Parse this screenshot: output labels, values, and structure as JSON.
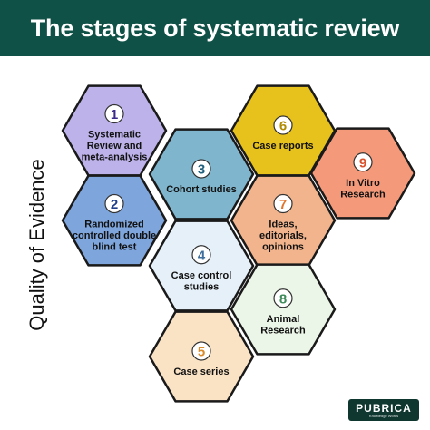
{
  "title": "The stages of systematic review",
  "axis_label": "Quality of Evidence",
  "colors": {
    "header_bg": "#0f5146",
    "hex_border": "#1a1a1a",
    "number_circle": "#ffffff"
  },
  "stages": [
    {
      "number": "1",
      "lines": [
        "Systematic",
        "Review and",
        "meta-analysis"
      ],
      "fill": "#bdb2ea",
      "num_color": "#3c2a8c"
    },
    {
      "number": "2",
      "lines": [
        "Randomized",
        "controlled double",
        "blind test"
      ],
      "fill": "#7ea5dc",
      "num_color": "#1f3f8a"
    },
    {
      "number": "3",
      "lines": [
        "Cohort studies"
      ],
      "fill": "#7fb6cd",
      "num_color": "#1f5f7c"
    },
    {
      "number": "4",
      "lines": [
        "Case control",
        "studies"
      ],
      "fill": "#e6f0f8",
      "num_color": "#3f6f9c"
    },
    {
      "number": "5",
      "lines": [
        "Case series"
      ],
      "fill": "#fae3c4",
      "num_color": "#d98a2a"
    },
    {
      "number": "6",
      "lines": [
        "Case reports"
      ],
      "fill": "#e8c21c",
      "num_color": "#b08a00"
    },
    {
      "number": "7",
      "lines": [
        "Ideas,",
        "editorials,",
        "opinions"
      ],
      "fill": "#f2b48c",
      "num_color": "#e0762e"
    },
    {
      "number": "8",
      "lines": [
        "Animal",
        "Research"
      ],
      "fill": "#ecf6e8",
      "num_color": "#3f8a5a"
    },
    {
      "number": "9",
      "lines": [
        "In Vitro",
        "Research"
      ],
      "fill": "#f49a7a",
      "num_color": "#d9532e"
    }
  ],
  "logo": {
    "name": "PUBRICA",
    "tagline": "Knowledge Works"
  }
}
